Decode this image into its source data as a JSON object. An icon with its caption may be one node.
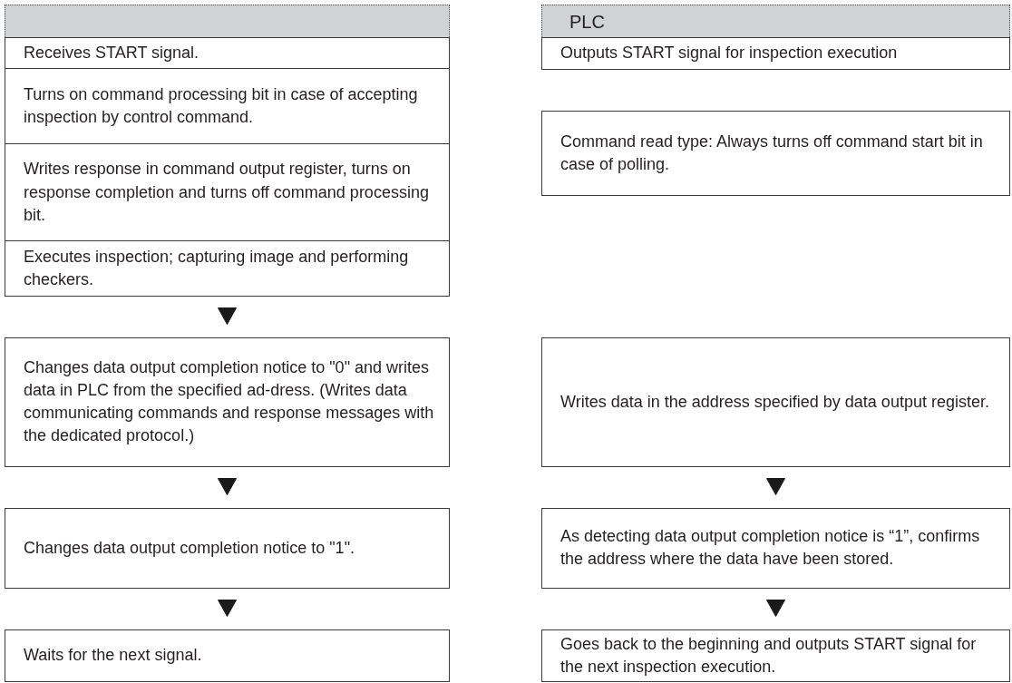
{
  "diagram": {
    "nodes": [
      {
        "text": [],
        "shape": "bar"
      },
      {
        "text": [
          "Receives START signal."
        ]
      },
      {
        "text": [
          "Turns on command processing bit in case of accepting inspection by control command."
        ]
      },
      {
        "text": [
          "Writes response in command output register, turns on response completion and turns off command processing bit."
        ]
      },
      {
        "text": [
          "Executes inspection; capturing image and performing checkers."
        ]
      },
      {
        "text": [
          "Changes data output completion notice to \"0\" and writes data in PLC from the specified ad-dress. (Writes data communicating commands and response messages with the dedicated protocol.)"
        ]
      },
      {
        "text": [
          "Changes data output completion notice to \"1\"."
        ]
      },
      {
        "text": [
          "Waits for the next signal."
        ]
      },
      {
        "text": [
          "PLC"
        ]
      },
      {
        "text": [
          "Outputs START signal for inspection execution"
        ]
      },
      {
        "text": [
          "Command read type: Always turns off command start bit in case of polling."
        ]
      },
      {
        "text": [
          "Writes data in the address specified by data output register."
        ]
      },
      {
        "text": [
          "As detecting data output completion notice is “1”, confirms the address where the data have been stored."
        ]
      },
      {
        "text": [
          "Goes back to the beginning and outputs START signal for the next inspection execution."
        ]
      }
    ],
    "edges": [
      {
        "from": 4,
        "to": 5,
        "arrow": "to"
      },
      {
        "from": 5,
        "to": 6,
        "arrow": "to"
      },
      {
        "from": 6,
        "to": 7,
        "arrow": "to"
      },
      {
        "from": 11,
        "to": 12,
        "arrow": "to"
      },
      {
        "from": 12,
        "to": 13,
        "arrow": "to"
      }
    ]
  }
}
